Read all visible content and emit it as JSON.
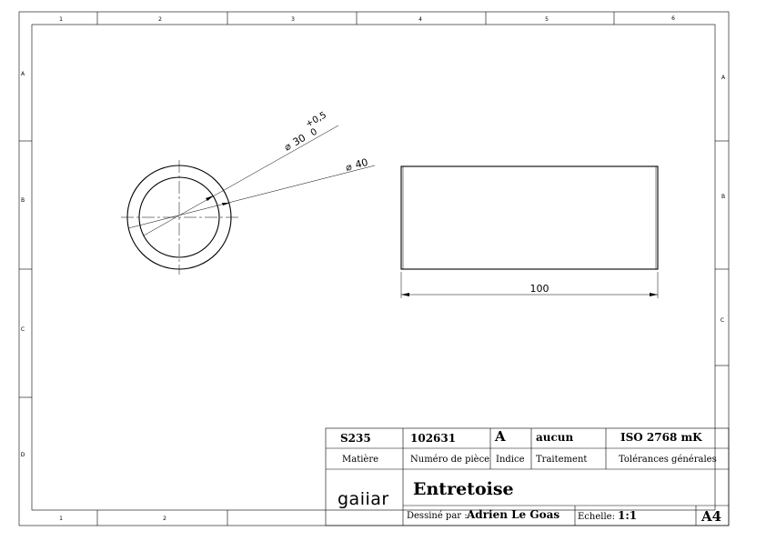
{
  "zones": {
    "top_columns": [
      "1",
      "2",
      "3",
      "4",
      "5",
      "6"
    ],
    "bottom_columns": [
      "1",
      "2"
    ],
    "left_rows": [
      "A",
      "B",
      "C",
      "D"
    ],
    "right_rows": [
      "A",
      "B",
      "C"
    ]
  },
  "dimensions": {
    "inner_diameter": "30",
    "tol_upper": "+0,5",
    "tol_lower": "0",
    "outer_diameter": "40",
    "length": "100",
    "diameter_symbol": "⌀"
  },
  "title_block": {
    "material_value": "S235",
    "material_label": "Matière",
    "part_number_value": "102631",
    "part_number_label": "Numéro de pièce",
    "index_value": "A",
    "index_label": "Indice",
    "treatment_value": "aucun",
    "treatment_label": "Traitement",
    "tolerance_value": "ISO 2768 mK",
    "tolerance_label": "Tolérances générales",
    "logo_text": "gaiiar",
    "title": "Entretoise",
    "drawn_by_label": "Dessiné par :",
    "drawn_by_value": "Adrien Le Goas",
    "scale_label": "Echelle:",
    "scale_value": "1:1",
    "sheet_format": "A4"
  }
}
